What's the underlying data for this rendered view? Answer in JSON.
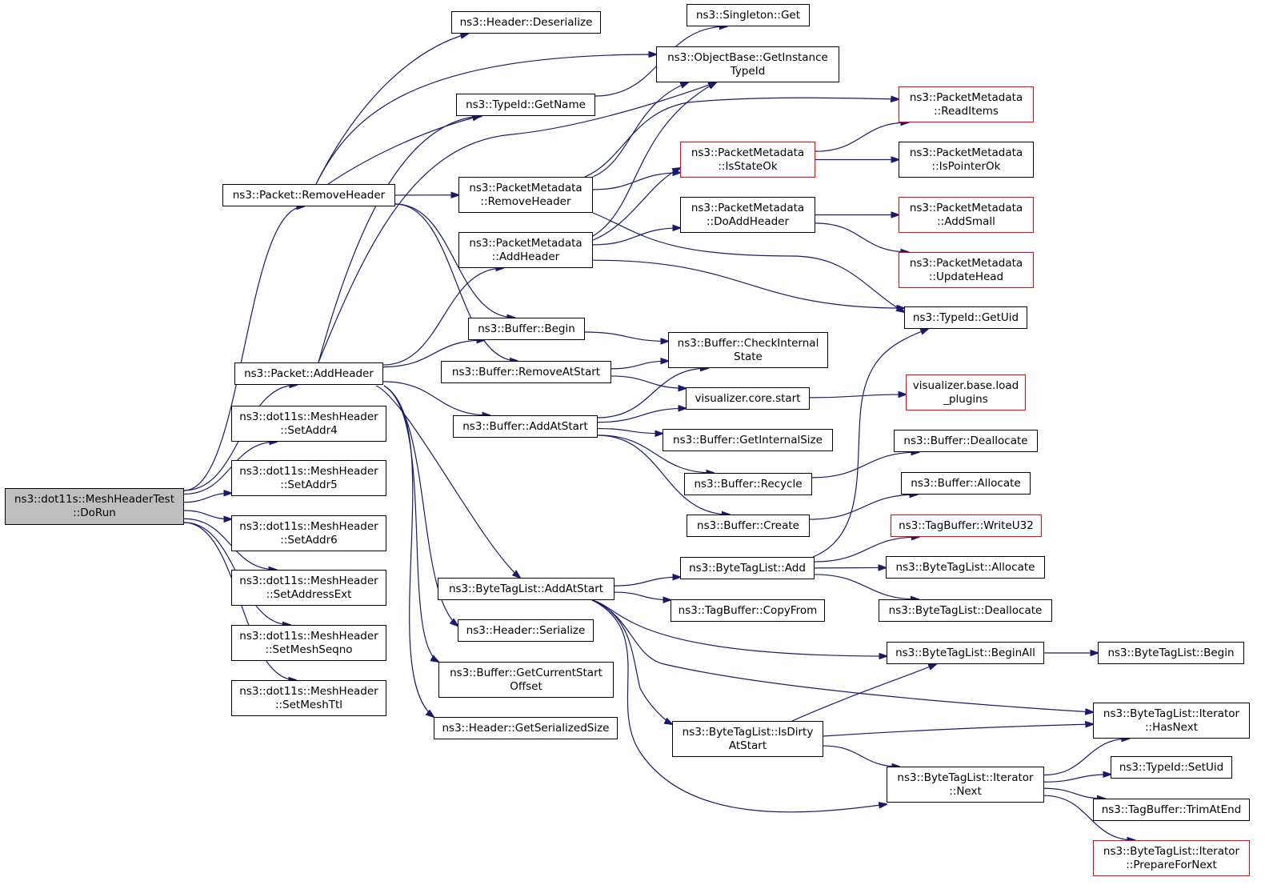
{
  "colors": {
    "edge": "#191970",
    "node_border": "#000000",
    "truncated_border": "#ff0000",
    "root_fill": "#bfbfbf"
  },
  "nodes": {
    "dorun": {
      "label": "ns3::dot11s::MeshHeaderTest\n::DoRun",
      "style": "root"
    },
    "pkt_remove": {
      "label": "ns3::Packet::RemoveHeader"
    },
    "pkt_add": {
      "label": "ns3::Packet::AddHeader"
    },
    "setaddr4": {
      "label": "ns3::dot11s::MeshHeader\n::SetAddr4"
    },
    "setaddr5": {
      "label": "ns3::dot11s::MeshHeader\n::SetAddr5"
    },
    "setaddr6": {
      "label": "ns3::dot11s::MeshHeader\n::SetAddr6"
    },
    "setaddrext": {
      "label": "ns3::dot11s::MeshHeader\n::SetAddressExt"
    },
    "setmeshseqno": {
      "label": "ns3::dot11s::MeshHeader\n::SetMeshSeqno"
    },
    "setmeshttl": {
      "label": "ns3::dot11s::MeshHeader\n::SetMeshTtl"
    },
    "hdr_deser": {
      "label": "ns3::Header::Deserialize"
    },
    "typeid_getname": {
      "label": "ns3::TypeId::GetName"
    },
    "pm_remove": {
      "label": "ns3::PacketMetadata\n::RemoveHeader"
    },
    "pm_add": {
      "label": "ns3::PacketMetadata\n::AddHeader"
    },
    "buf_begin": {
      "label": "ns3::Buffer::Begin"
    },
    "buf_removeatstart": {
      "label": "ns3::Buffer::RemoveAtStart"
    },
    "buf_addatstart": {
      "label": "ns3::Buffer::AddAtStart"
    },
    "btl_addatstart": {
      "label": "ns3::ByteTagList::AddAtStart"
    },
    "hdr_ser": {
      "label": "ns3::Header::Serialize"
    },
    "buf_getcurstart": {
      "label": "ns3::Buffer::GetCurrentStart\nOffset"
    },
    "hdr_getsersize": {
      "label": "ns3::Header::GetSerializedSize"
    },
    "singleton_get": {
      "label": "ns3::Singleton::Get"
    },
    "ob_getinst": {
      "label": "ns3::ObjectBase::GetInstance\nTypeId"
    },
    "pm_isstateok": {
      "label": "ns3::PacketMetadata\n::IsStateOk",
      "style": "truncated"
    },
    "pm_doaddheader": {
      "label": "ns3::PacketMetadata\n::DoAddHeader"
    },
    "buf_checkinternal": {
      "label": "ns3::Buffer::CheckInternal\nState"
    },
    "vis_core_start": {
      "label": "visualizer.core.start"
    },
    "buf_getinternalsize": {
      "label": "ns3::Buffer::GetInternalSize"
    },
    "buf_recycle": {
      "label": "ns3::Buffer::Recycle"
    },
    "buf_create": {
      "label": "ns3::Buffer::Create"
    },
    "btl_add": {
      "label": "ns3::ByteTagList::Add"
    },
    "tb_copyfrom": {
      "label": "ns3::TagBuffer::CopyFrom"
    },
    "btl_isdirty": {
      "label": "ns3::ByteTagList::IsDirty\nAtStart"
    },
    "pm_readitems": {
      "label": "ns3::PacketMetadata\n::ReadItems",
      "style": "truncated"
    },
    "pm_ispointerok": {
      "label": "ns3::PacketMetadata\n::IsPointerOk"
    },
    "pm_addsmall": {
      "label": "ns3::PacketMetadata\n::AddSmall",
      "style": "truncated"
    },
    "pm_updatehead": {
      "label": "ns3::PacketMetadata\n::UpdateHead",
      "style": "truncated"
    },
    "typeid_getuid": {
      "label": "ns3::TypeId::GetUid"
    },
    "vis_load_plugins": {
      "label": "visualizer.base.load\n_plugins",
      "style": "truncated"
    },
    "buf_dealloc": {
      "label": "ns3::Buffer::Deallocate"
    },
    "buf_alloc": {
      "label": "ns3::Buffer::Allocate"
    },
    "tb_writeu32": {
      "label": "ns3::TagBuffer::WriteU32",
      "style": "truncated"
    },
    "btl_alloc": {
      "label": "ns3::ByteTagList::Allocate"
    },
    "btl_dealloc": {
      "label": "ns3::ByteTagList::Deallocate"
    },
    "btl_beginall": {
      "label": "ns3::ByteTagList::BeginAll"
    },
    "btl_iter_next": {
      "label": "ns3::ByteTagList::Iterator\n::Next"
    },
    "btl_begin": {
      "label": "ns3::ByteTagList::Begin"
    },
    "btl_iter_hasnext": {
      "label": "ns3::ByteTagList::Iterator\n::HasNext"
    },
    "typeid_setuid": {
      "label": "ns3::TypeId::SetUid"
    },
    "tb_trimatend": {
      "label": "ns3::TagBuffer::TrimAtEnd"
    },
    "btl_iter_prep": {
      "label": "ns3::ByteTagList::Iterator\n::PrepareForNext",
      "style": "truncated"
    }
  },
  "edges": [
    [
      "dorun",
      "pkt_remove"
    ],
    [
      "dorun",
      "pkt_add"
    ],
    [
      "dorun",
      "setaddr4"
    ],
    [
      "dorun",
      "setaddr5"
    ],
    [
      "dorun",
      "setaddr6"
    ],
    [
      "dorun",
      "setaddrext"
    ],
    [
      "dorun",
      "setmeshseqno"
    ],
    [
      "dorun",
      "setmeshttl"
    ],
    [
      "pkt_remove",
      "hdr_deser"
    ],
    [
      "pkt_remove",
      "ob_getinst"
    ],
    [
      "pkt_remove",
      "typeid_getname"
    ],
    [
      "pkt_remove",
      "pm_remove"
    ],
    [
      "pkt_remove",
      "buf_begin"
    ],
    [
      "pkt_remove",
      "buf_removeatstart"
    ],
    [
      "pkt_add",
      "typeid_getname"
    ],
    [
      "pkt_add",
      "ob_getinst"
    ],
    [
      "pkt_add",
      "pm_add"
    ],
    [
      "pkt_add",
      "buf_begin"
    ],
    [
      "pkt_add",
      "buf_addatstart"
    ],
    [
      "pkt_add",
      "btl_addatstart"
    ],
    [
      "pkt_add",
      "hdr_ser"
    ],
    [
      "pkt_add",
      "buf_getcurstart"
    ],
    [
      "pkt_add",
      "hdr_getsersize"
    ],
    [
      "typeid_getname",
      "singleton_get"
    ],
    [
      "pm_remove",
      "ob_getinst"
    ],
    [
      "pm_remove",
      "pm_readitems"
    ],
    [
      "pm_remove",
      "pm_isstateok"
    ],
    [
      "pm_remove",
      "typeid_getuid"
    ],
    [
      "pm_add",
      "ob_getinst"
    ],
    [
      "pm_add",
      "pm_isstateok"
    ],
    [
      "pm_add",
      "pm_doaddheader"
    ],
    [
      "pm_add",
      "typeid_getuid"
    ],
    [
      "pm_isstateok",
      "pm_readitems"
    ],
    [
      "pm_isstateok",
      "pm_ispointerok"
    ],
    [
      "pm_doaddheader",
      "pm_addsmall"
    ],
    [
      "pm_doaddheader",
      "pm_updatehead"
    ],
    [
      "buf_begin",
      "buf_checkinternal"
    ],
    [
      "buf_removeatstart",
      "buf_checkinternal"
    ],
    [
      "buf_removeatstart",
      "vis_core_start"
    ],
    [
      "buf_addatstart",
      "buf_checkinternal"
    ],
    [
      "buf_addatstart",
      "vis_core_start"
    ],
    [
      "buf_addatstart",
      "buf_getinternalsize"
    ],
    [
      "buf_addatstart",
      "buf_recycle"
    ],
    [
      "buf_addatstart",
      "buf_create"
    ],
    [
      "vis_core_start",
      "vis_load_plugins"
    ],
    [
      "buf_recycle",
      "buf_dealloc"
    ],
    [
      "buf_create",
      "buf_alloc"
    ],
    [
      "btl_addatstart",
      "btl_add"
    ],
    [
      "btl_addatstart",
      "tb_copyfrom"
    ],
    [
      "btl_addatstart",
      "btl_beginall"
    ],
    [
      "btl_addatstart",
      "btl_iter_hasnext"
    ],
    [
      "btl_addatstart",
      "btl_isdirty"
    ],
    [
      "btl_addatstart",
      "btl_iter_next"
    ],
    [
      "btl_add",
      "typeid_getuid"
    ],
    [
      "btl_add",
      "tb_writeu32"
    ],
    [
      "btl_add",
      "btl_alloc"
    ],
    [
      "btl_add",
      "btl_dealloc"
    ],
    [
      "btl_isdirty",
      "btl_beginall"
    ],
    [
      "btl_isdirty",
      "btl_iter_hasnext"
    ],
    [
      "btl_isdirty",
      "btl_iter_next"
    ],
    [
      "btl_beginall",
      "btl_begin"
    ],
    [
      "btl_iter_next",
      "btl_iter_hasnext"
    ],
    [
      "btl_iter_next",
      "typeid_setuid"
    ],
    [
      "btl_iter_next",
      "tb_trimatend"
    ],
    [
      "btl_iter_next",
      "btl_iter_prep"
    ]
  ]
}
